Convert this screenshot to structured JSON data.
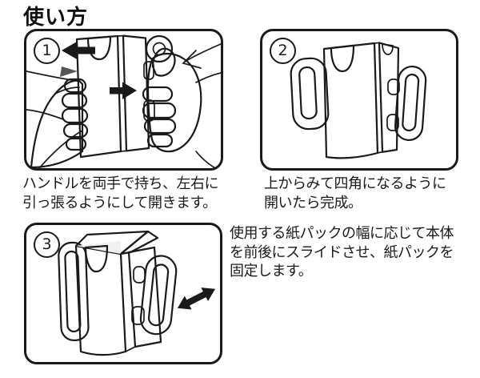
{
  "title": "使い方",
  "steps": [
    {
      "number": "1",
      "illustration": "two-hands-pulling-holder-open",
      "icons": [
        "arrow-left-icon",
        "arrow-right-icon"
      ],
      "caption_lines": [
        "ハンドルを両手で持ち、左右に",
        "引っ張るようにして開きます。"
      ]
    },
    {
      "number": "2",
      "illustration": "opened-holder-square-with-two-handles",
      "icons": [],
      "caption_lines": [
        "上からみて四角になるように",
        "開いたら完成。"
      ]
    },
    {
      "number": "3",
      "illustration": "holder-front-back-slide-adjustment",
      "icons": [
        "double-headed-arrow-icon"
      ],
      "caption_lines": [
        "使用する紙パックの幅に応じて本体",
        "を前後にスライドさせ、紙パックを",
        "固定します。"
      ]
    }
  ],
  "colors": {
    "ink": "#1a1a1a",
    "holder_body_light": "#f0f0f0",
    "holder_body_shade": "#e0e0e0",
    "handle_gray": "#9a9a9a",
    "interior_gray": "#ababab",
    "background": "#ffffff"
  }
}
